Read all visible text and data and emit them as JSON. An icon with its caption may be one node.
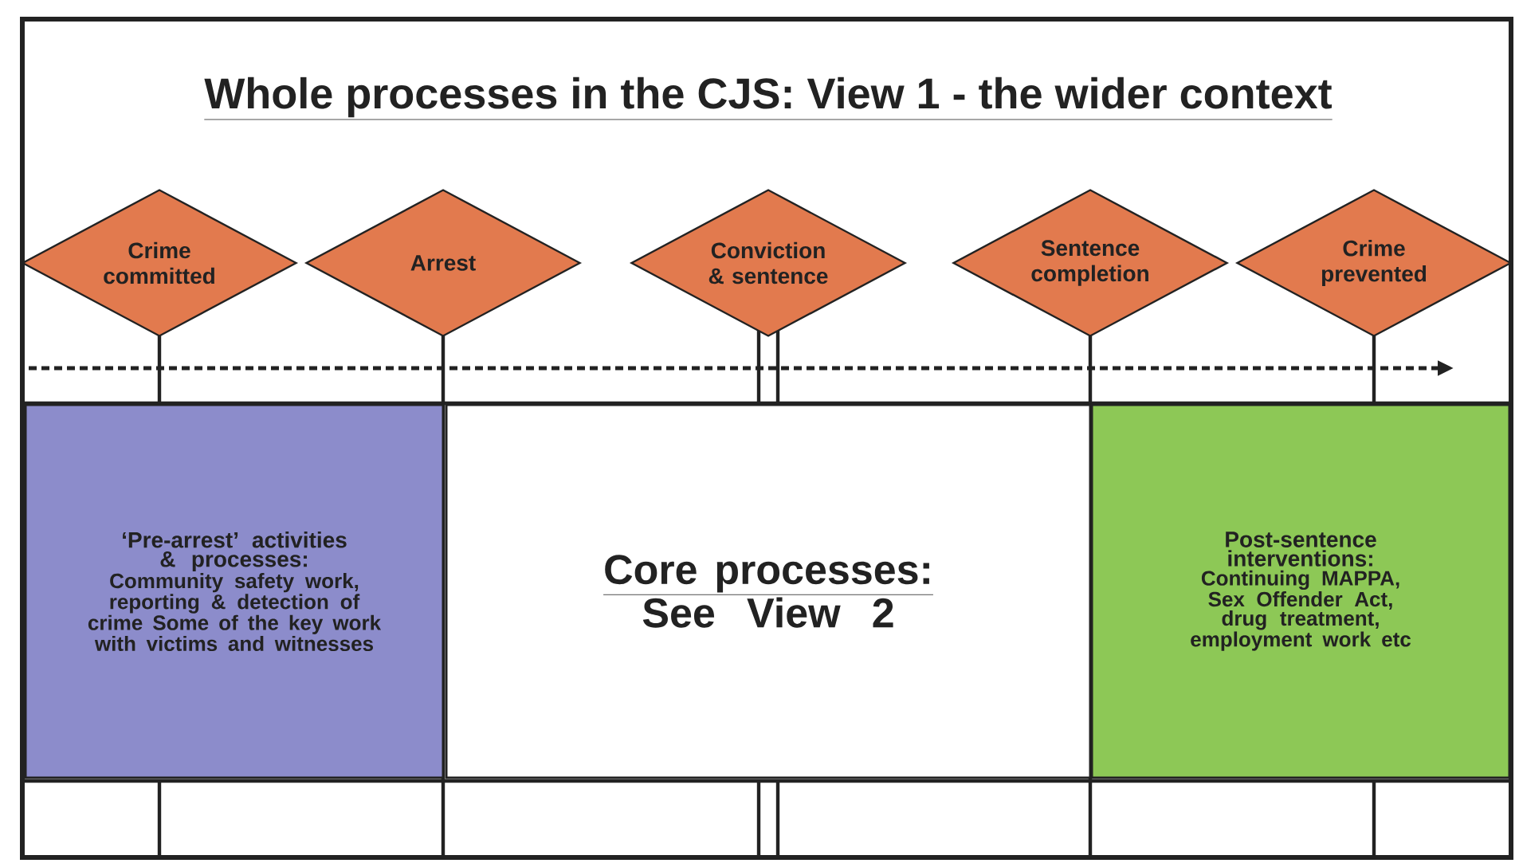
{
  "diagram": {
    "title": "Whole processes in the CJS: View 1 - the wider context",
    "nodes": [
      {
        "text": [
          "Crime committed"
        ]
      },
      {
        "text": [
          "Arrest"
        ]
      },
      {
        "text": [
          "Conviction & sentence"
        ]
      },
      {
        "text": [
          "Sentence completion"
        ]
      },
      {
        "text": [
          "Crime prevented"
        ]
      },
      {
        "text": [
          "‘Pre-arrest’ activities & processes:",
          "Community safety work, reporting & detection of crime Some of the key work with victims and witnesses"
        ]
      },
      {
        "text": [
          "Core processes:",
          "See View 2"
        ]
      },
      {
        "text": [
          "Post-sentence interventions:",
          "Continuing MAPPA, Sex Offender Act, drug treatment, employment work etc"
        ]
      }
    ]
  }
}
